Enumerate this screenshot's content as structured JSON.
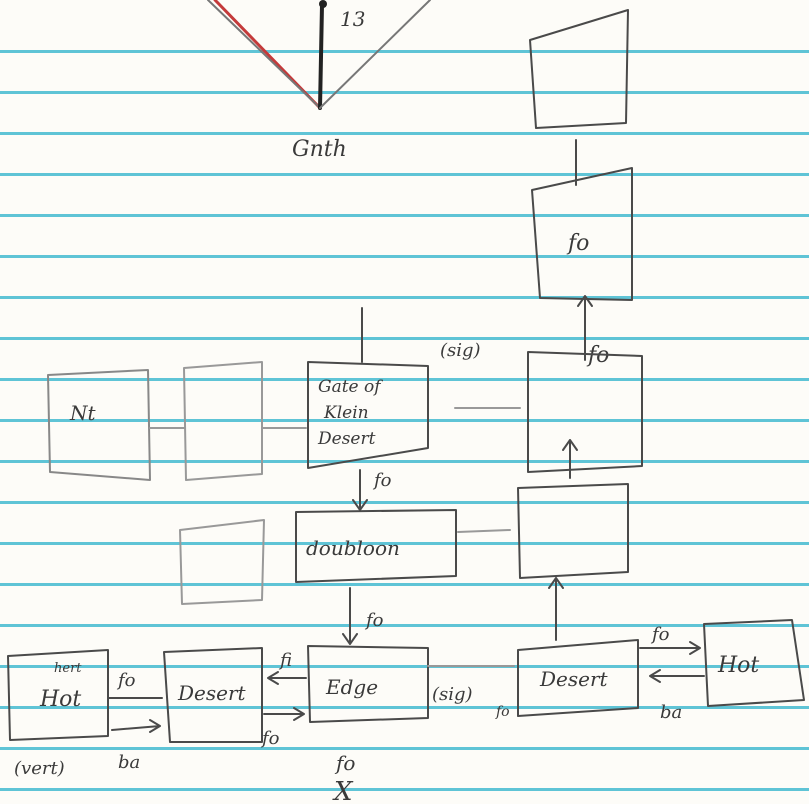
{
  "colors": {
    "line": "#5fc4d6",
    "pencil": "#4a4a4a",
    "red": "#c43a3a"
  },
  "top": {
    "number": "13",
    "vertex_label": "Gnth"
  },
  "boxes": {
    "left_nt": "Nt",
    "gate": [
      "Gate of",
      "Klein",
      "Desert"
    ],
    "doubloon": "doubloon",
    "fo_box": "fo",
    "hot_left": "Hot",
    "hot_left_note": "hert",
    "hot_left_sub": "(vert)",
    "desert_left": "Desert",
    "edge": "Edge",
    "desert_right": "Desert",
    "hot_right": "Hot"
  },
  "labels": {
    "sig_top": "(sig)",
    "fo_top": "fo",
    "fo_gate": "fo",
    "fo_down": "fo",
    "fi": "fi",
    "sig_mid": "(sig)",
    "fo_after_sig": "fo",
    "fo_hot_left": "fo",
    "ba_left": "ba",
    "fo_edge_left": "fo",
    "fo_right": "fo",
    "ba_right": "ba",
    "fo_bottom": "fo",
    "x_bottom": "X"
  }
}
